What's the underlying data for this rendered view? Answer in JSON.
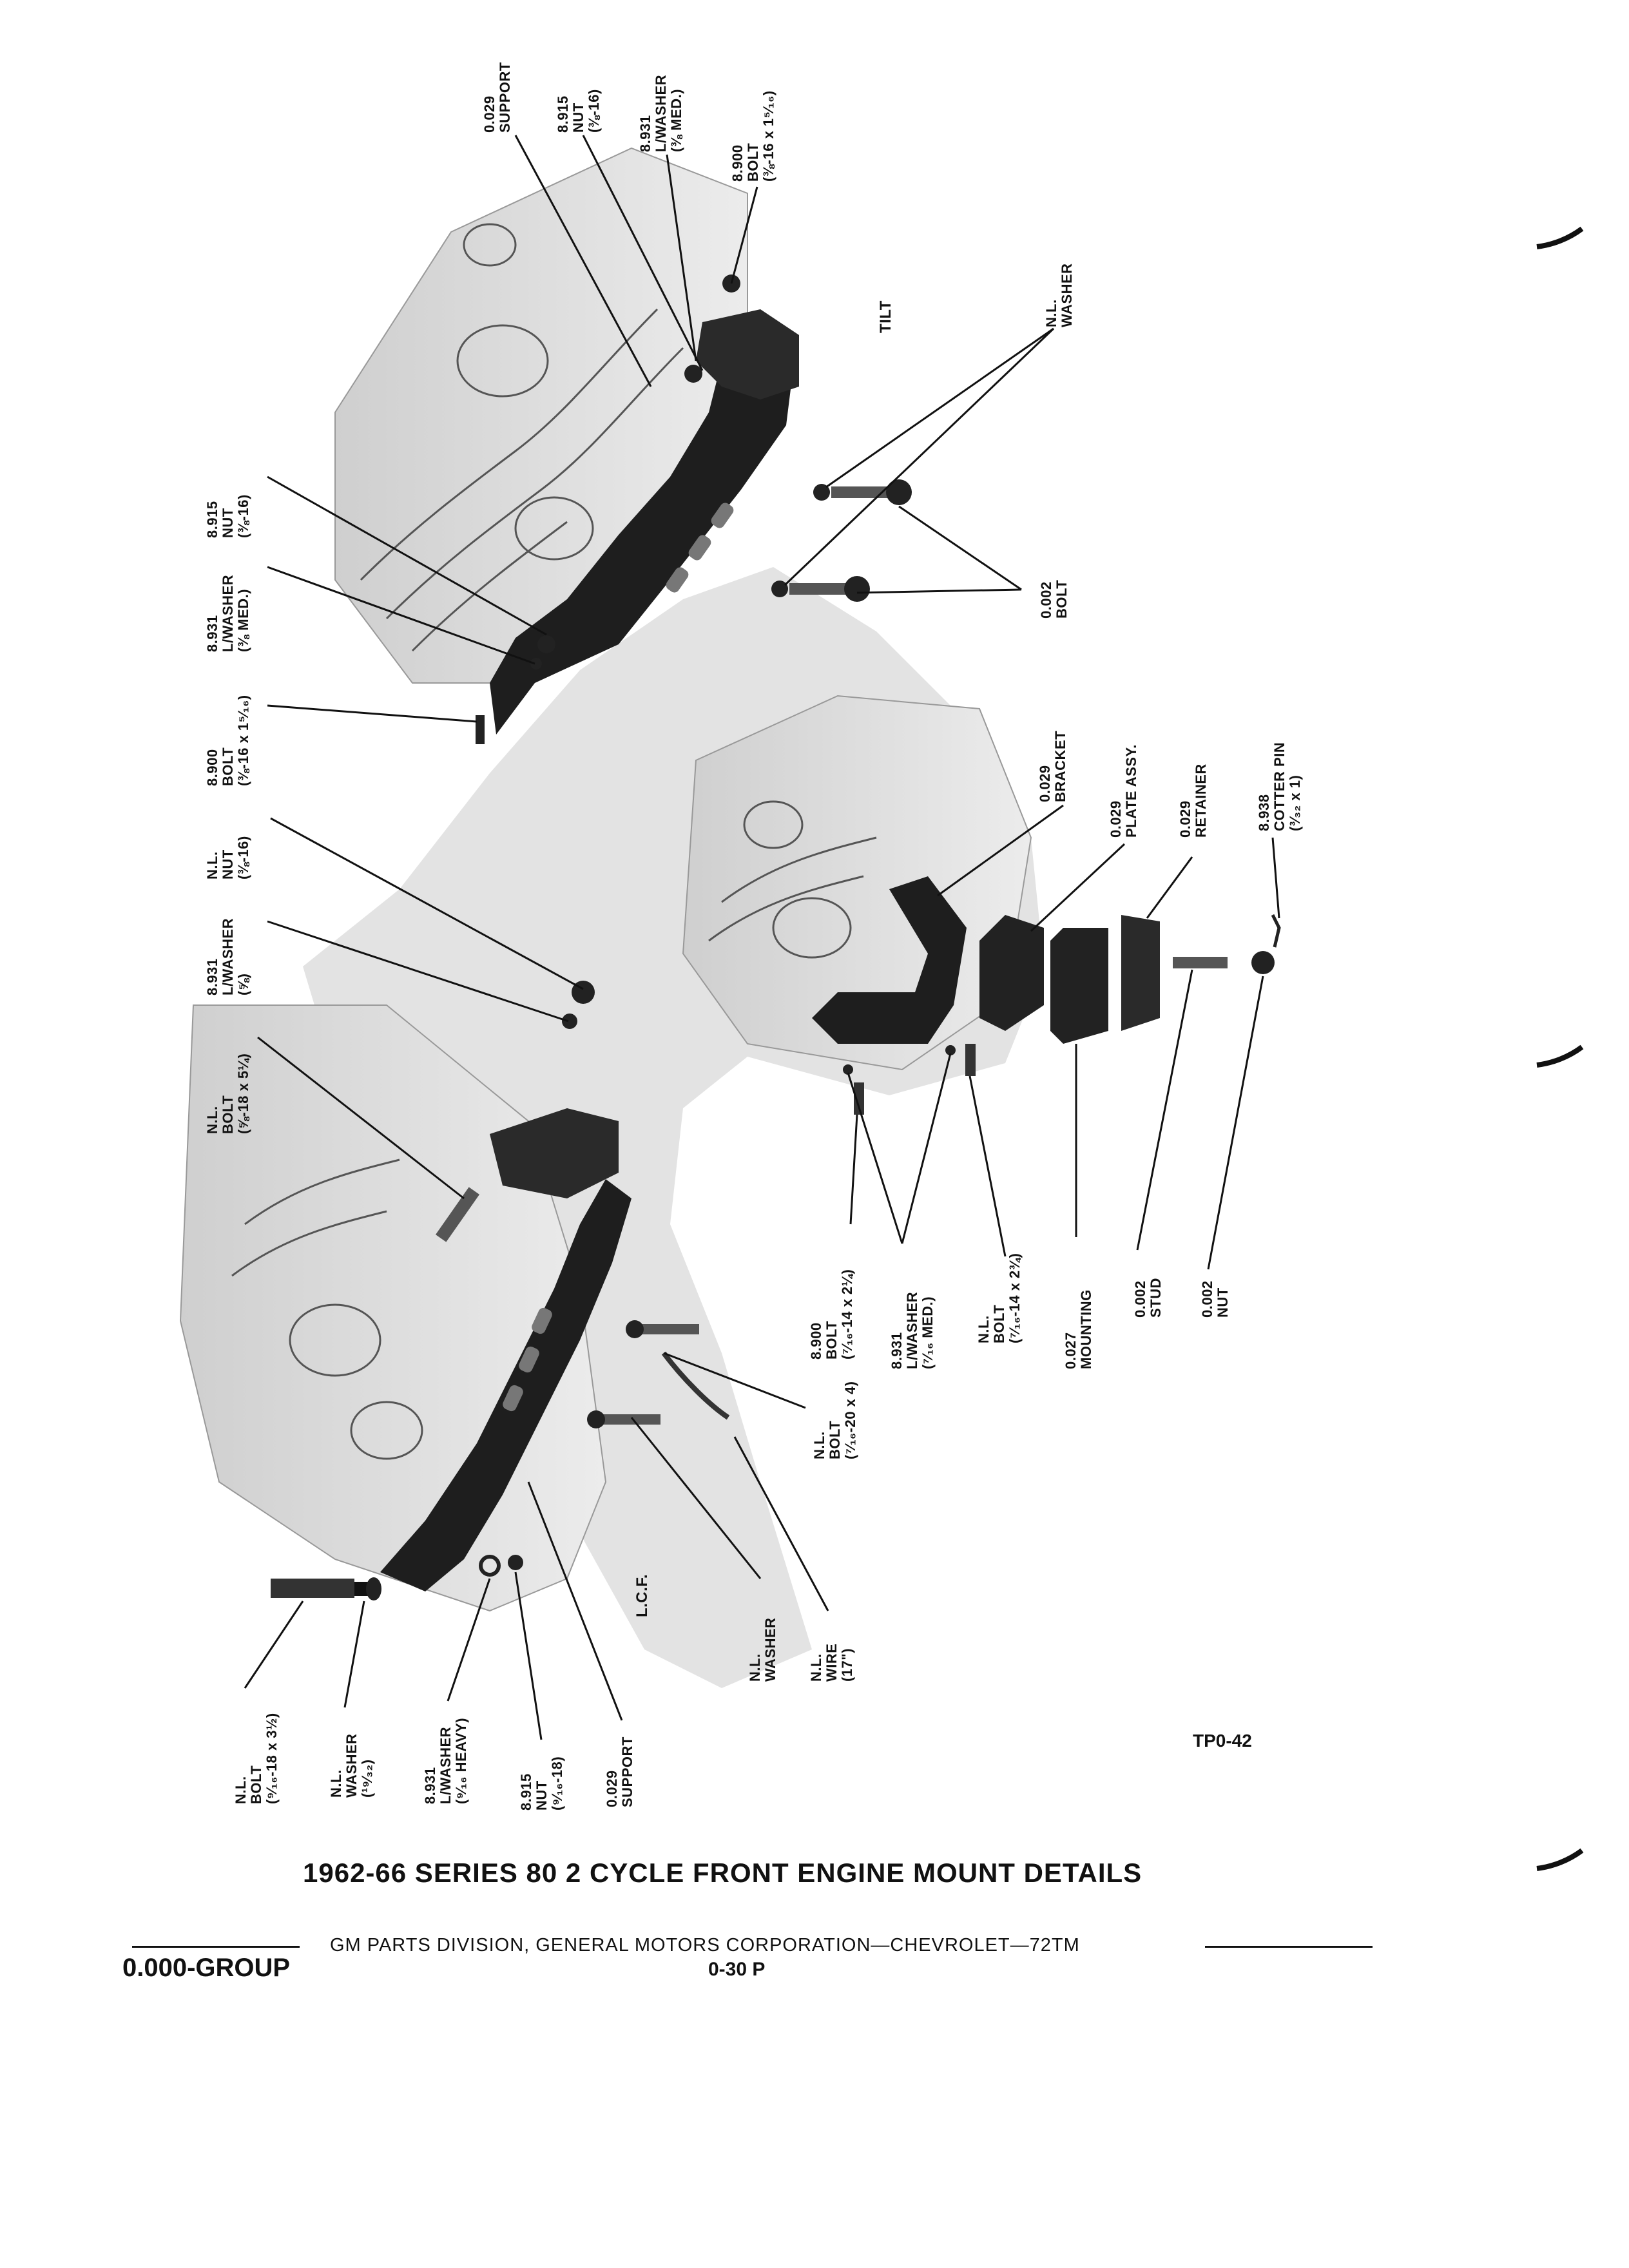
{
  "title": "1962-66 SERIES 80 2 CYCLE FRONT ENGINE MOUNT DETAILS",
  "footer": {
    "division": "GM PARTS DIVISION, GENERAL MOTORS CORPORATION—CHEVROLET—72TM",
    "group": "0.000-GROUP",
    "page": "0-30 P"
  },
  "figure_id": "TP0-42",
  "section_labels": {
    "tilt": "TILT",
    "lcf": "L.C.F."
  },
  "callouts": {
    "tilt_support": [
      "0.029",
      "SUPPORT"
    ],
    "tilt_nut_top": [
      "8.915",
      "NUT",
      "(⅜-16)"
    ],
    "tilt_lwasher_top": [
      "8.931",
      "L/WASHER",
      "(⅜ MED.)"
    ],
    "tilt_bolt_top": [
      "8.900",
      "BOLT",
      "(⅜-16 x 1⁵⁄₁₆)"
    ],
    "tilt_nl_washer": [
      "N.L.",
      "WASHER"
    ],
    "tilt_bolt_002": [
      "0.002",
      "BOLT"
    ],
    "left_nut": [
      "8.915",
      "NUT",
      "(⅜-16)"
    ],
    "left_lwasher": [
      "8.931",
      "L/WASHER",
      "(⅜ MED.)"
    ],
    "left_bolt": [
      "8.900",
      "BOLT",
      "(⅜-16 x 1⁵⁄₁₆)"
    ],
    "nl_nut": [
      "N.L.",
      "NUT",
      "(⅜-16)"
    ],
    "lwasher_58": [
      "8.931",
      "L/WASHER",
      "(⅝)"
    ],
    "nl_bolt_58": [
      "N.L.",
      "BOLT",
      "(⅝-18 x 5¼)"
    ],
    "bracket": [
      "0.029",
      "BRACKET"
    ],
    "plate_assy": [
      "0.029",
      "PLATE ASSY."
    ],
    "retainer": [
      "0.029",
      "RETAINER"
    ],
    "cotter_pin": [
      "8.938",
      "COTTER PIN",
      "(³⁄₃₂ x 1)"
    ],
    "bolt_900_small": [
      "8.900",
      "BOLT",
      "(⁷⁄₁₆-14 x 2¼)"
    ],
    "lwasher_716": [
      "8.931",
      "L/WASHER",
      "(⁷⁄₁₆ MED.)"
    ],
    "nl_bolt_716": [
      "N.L.",
      "BOLT",
      "(⁷⁄₁₆-14 x 2¾)"
    ],
    "mounting": [
      "0.027",
      "MOUNTING"
    ],
    "stud": [
      "0.002",
      "STUD"
    ],
    "nut_002": [
      "0.002",
      "NUT"
    ],
    "nl_bolt_716_20": [
      "N.L.",
      "BOLT",
      "(⁷⁄₁₆-20 x 4)"
    ],
    "nl_washer_lcf": [
      "N.L.",
      "WASHER"
    ],
    "nl_wire": [
      "N.L.",
      "WIRE",
      "(17\")"
    ],
    "lcf_bolt": [
      "N.L.",
      "BOLT",
      "(⁹⁄₁₆-18 x 3½)"
    ],
    "lcf_washer": [
      "N.L.",
      "WASHER",
      "(¹⁹⁄₃₂)"
    ],
    "lcf_lwasher": [
      "8.931",
      "L/WASHER",
      "(⁹⁄₁₆ HEAVY)"
    ],
    "lcf_nut": [
      "8.915",
      "NUT",
      "(⁹⁄₁₆-18)"
    ],
    "lcf_support": [
      "0.029",
      "SUPPORT"
    ]
  }
}
